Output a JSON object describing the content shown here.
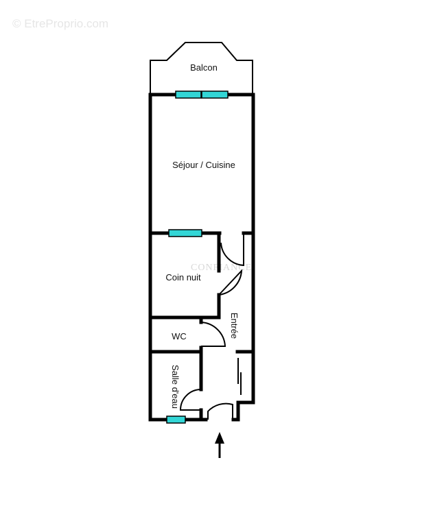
{
  "watermark": "© EtreProprio.com",
  "agency_watermark": "CONFIANCE",
  "rooms": {
    "balcon": "Balcon",
    "sejour": "Séjour / Cuisine",
    "coin_nuit": "Coin nuit",
    "wc": "WC",
    "entree": "Entrée",
    "salle_eau": "Salle d'eau"
  },
  "colors": {
    "wall": "#000000",
    "window": "#33d6d6"
  }
}
